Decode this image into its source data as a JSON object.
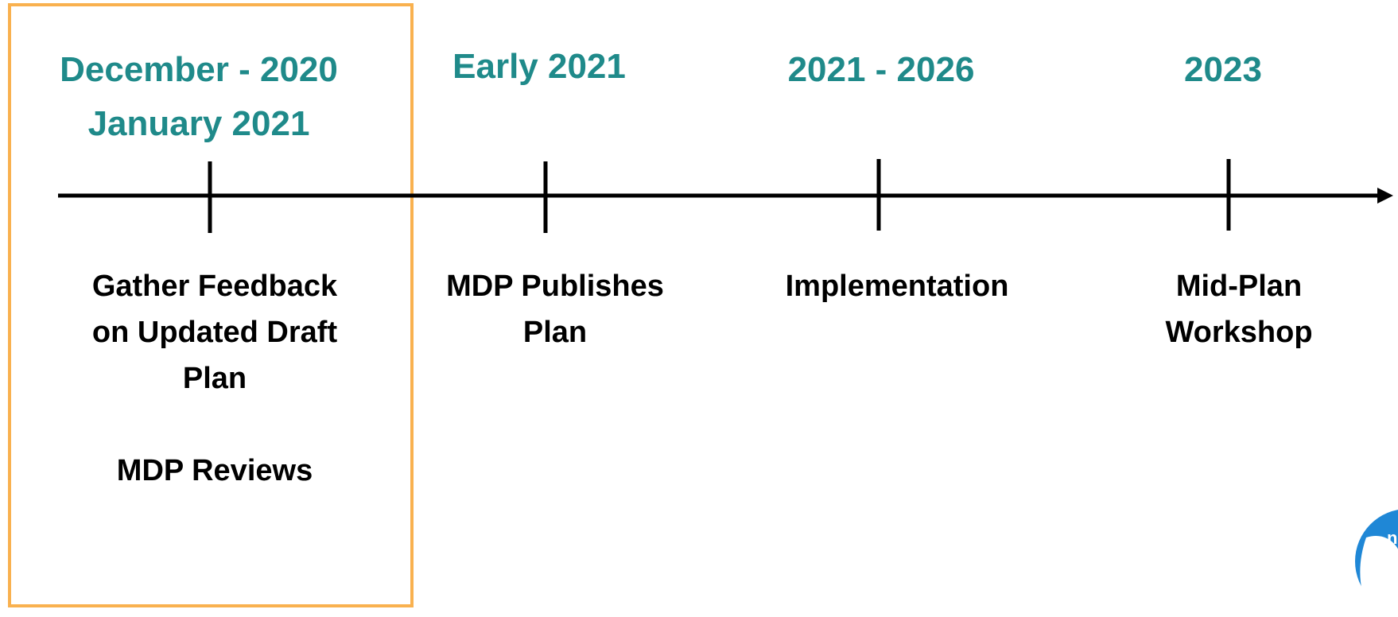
{
  "colors": {
    "date_text": "#1f8a8a",
    "description_text": "#000000",
    "highlight_border": "#f9b14f",
    "axis_line": "#000000",
    "logo_blue": "#1f87d6"
  },
  "milestones": [
    {
      "date_lines": [
        "December - 2020",
        "January 2021"
      ],
      "description_lines": [
        "Gather Feedback",
        "on Updated Draft",
        "Plan"
      ],
      "secondary_description": "MDP Reviews",
      "highlighted": true
    },
    {
      "date_lines": [
        "Early 2021"
      ],
      "description_lines": [
        "MDP Publishes",
        "Plan"
      ],
      "highlighted": false
    },
    {
      "date_lines": [
        "2021 - 2026"
      ],
      "description_lines": [
        "Implementation"
      ],
      "highlighted": false
    },
    {
      "date_lines": [
        "2023"
      ],
      "description_lines": [
        "Mid-Plan",
        "Workshop"
      ],
      "highlighted": false
    }
  ],
  "icons": {
    "logo": "noaa-logo-icon",
    "arrow": "arrowhead-icon"
  }
}
